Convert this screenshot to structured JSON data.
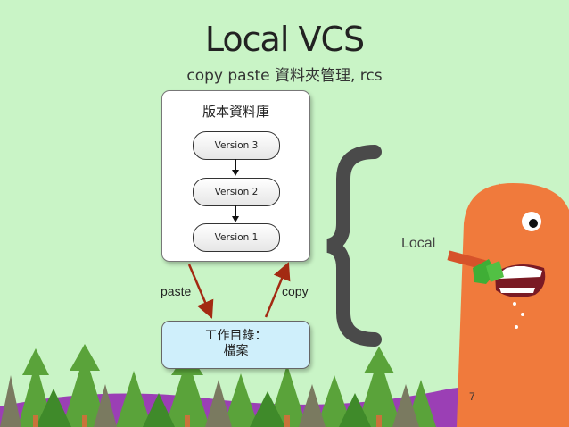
{
  "slide": {
    "title": "Local VCS",
    "subtitle": "copy paste 資料夾管理, rcs",
    "page_number": "7"
  },
  "diagram": {
    "repository_title": "版本資料庫",
    "versions": [
      "Version 3",
      "Version 2",
      "Version 1"
    ],
    "working_dir_line1": "工作目錄：",
    "working_dir_line2": "檔案",
    "paste_label": "paste",
    "copy_label": "copy",
    "brace_label": "Local"
  },
  "colors": {
    "background": "#c9f4c6",
    "arrow": "#a32a12",
    "working_dir_fill": "#cfeffb",
    "monster": "#f07a3c",
    "grass": "#9b3fb5"
  }
}
